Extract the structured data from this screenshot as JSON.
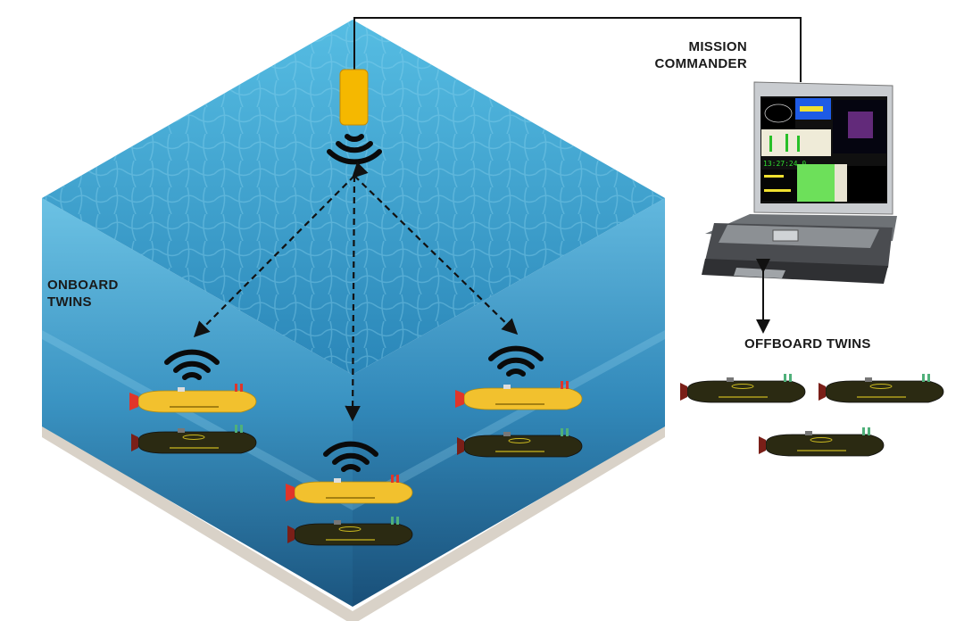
{
  "labels": {
    "mission_commander_line1": "MISSION",
    "mission_commander_line2": "COMMANDER",
    "onboard_line1": "ONBOARD",
    "onboard_line2": "TWINS",
    "offboard": "OFFBOARD TWINS"
  },
  "laptop_screen": {
    "clock": "13:27:24.0"
  },
  "colors": {
    "water_top": "#3fa9d6",
    "water_side": "#1f6c98",
    "buoy": "#f5b800",
    "auv_yellow": "#f2c12e",
    "auv_dark": "#2b2a12",
    "sand": "#d9d2c8"
  }
}
